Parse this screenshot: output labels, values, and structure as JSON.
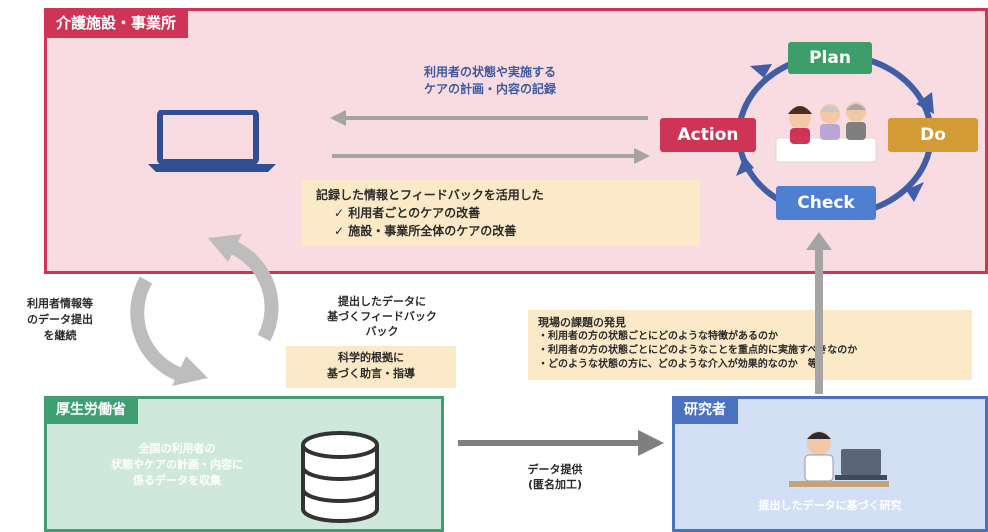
{
  "care_box": {
    "title": "介護施設・事業所",
    "top_arrow_label": [
      "利用者の状態や実施する",
      "ケアの計画・内容の記録"
    ],
    "feedback_heading": "記録した情報とフィードバックを活用した",
    "feedback_items": [
      "✓ 利用者ごとのケアの改善",
      "✓ 施設・事業所全体のケアの改善"
    ]
  },
  "pdca": {
    "plan": "Plan",
    "do": "Do",
    "check": "Check",
    "action": "Action"
  },
  "left_cycle_label": [
    "利用者情報等",
    "のデータ提出",
    "を継続"
  ],
  "right_cycle_label": [
    "提出したデータに",
    "基づくフィードバック",
    "バック"
  ],
  "beige_note": [
    "科学的根拠に",
    "基づく助言・指導"
  ],
  "evidence": {
    "heading": "現場の課題の発見",
    "items": [
      "・利用者の方の状態ごとにどのような特徴があるのか",
      "・利用者の方の状態ごとにどのようなことを重点的に実施すべきなのか",
      "・どのような状態の方に、どのような介入が効果的なのか　等"
    ]
  },
  "mhlw_box": {
    "title": "厚生労働省",
    "text": [
      "全国の利用者の",
      "状態やケアの計画・内容に",
      "係るデータを収集"
    ]
  },
  "data_arrow_label": [
    "データ提供",
    "(匿名加工)"
  ],
  "research_box": {
    "title": "研究者",
    "caption": "提出したデータに基づく研究"
  },
  "colors": {
    "care_accent": "#cf3456",
    "mhlw_accent": "#3f9f73",
    "research_accent": "#4a72bf",
    "plan": "#3e9e6b",
    "do": "#d29b33",
    "check": "#4f7fd0",
    "action": "#cf3456"
  }
}
